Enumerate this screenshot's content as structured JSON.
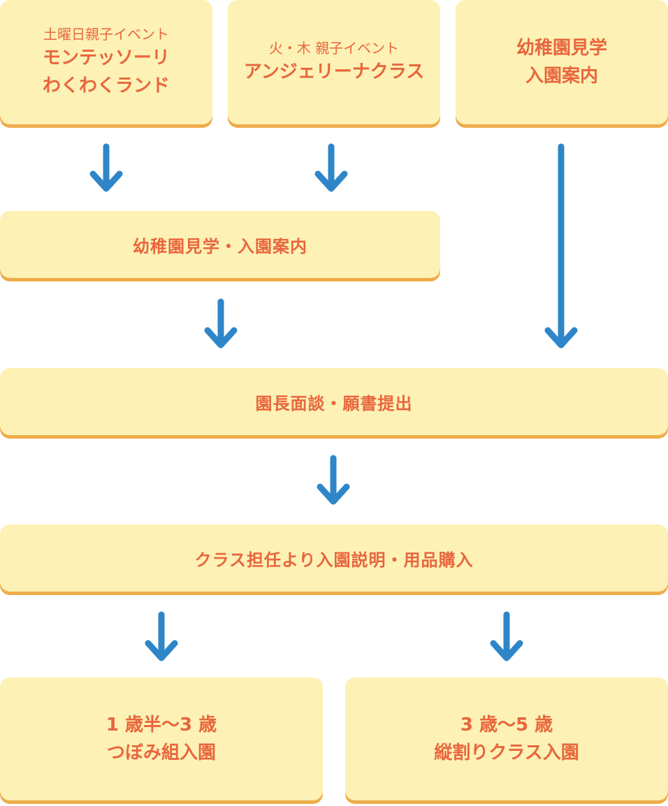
{
  "flow": {
    "start_boxes": [
      {
        "small": "土曜日親子イベント",
        "lines": [
          "モンテッソーリ",
          "わくわくランド"
        ]
      },
      {
        "small": "火・木 親子イベント",
        "lines": [
          "アンジェリーナクラス"
        ]
      },
      {
        "small": "",
        "lines": [
          "幼稚園見学",
          "入園案内"
        ]
      }
    ],
    "tour_step": "幼稚園見学・入園案内",
    "interview_step": "園長面談・願書提出",
    "explanation_step": "クラス担任より入園説明・用品購入",
    "end_boxes": [
      {
        "lines": [
          "1 歳半〜3 歳",
          "つぼみ組入園"
        ]
      },
      {
        "lines": [
          "3 歳〜5 歳",
          "縦割りクラス入園"
        ]
      }
    ]
  },
  "colors": {
    "box_fill": "#fdf1b5",
    "box_shadow": "#eeac4a",
    "text": "#e8663d",
    "arrow": "#2e86c8"
  }
}
